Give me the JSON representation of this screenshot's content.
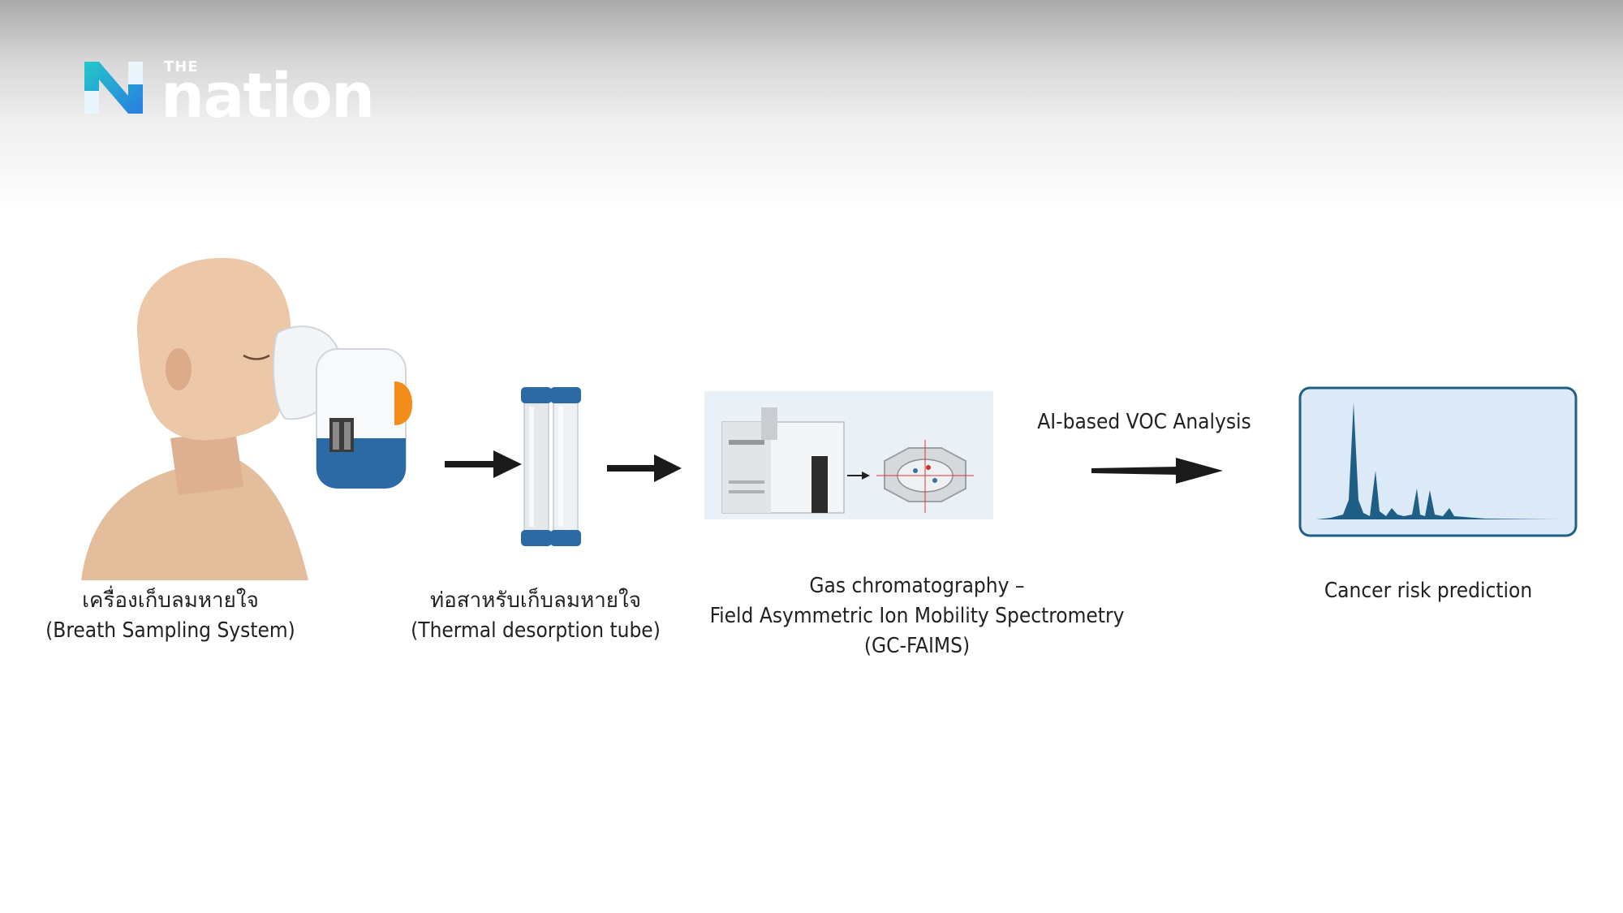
{
  "brand": {
    "the": "THE",
    "name": "nation",
    "colors": {
      "mark_blue": "#2a7de1",
      "mark_teal": "#22c8c8"
    }
  },
  "steps": [
    {
      "line1": "เครื่องเก็บลมหายใจ",
      "line2": "(Breath Sampling System)"
    },
    {
      "line1": "ท่อสาหรับเก็บลมหายใจ",
      "line2": "(Thermal desorption tube)"
    },
    {
      "line1": "Gas chromatography –",
      "line2": "Field Asymmetric Ion Mobility Spectrometry",
      "line3": "(GC-FAIMS)"
    },
    {
      "line1": "Cancer risk prediction"
    }
  ],
  "arrow_label": "AI-based VOC Analysis",
  "colors": {
    "accent_blue": "#2c6aa6",
    "chart_fill": "#1f5e85",
    "chart_bg": "#dceaf7",
    "skin": "#e8c3a3"
  }
}
